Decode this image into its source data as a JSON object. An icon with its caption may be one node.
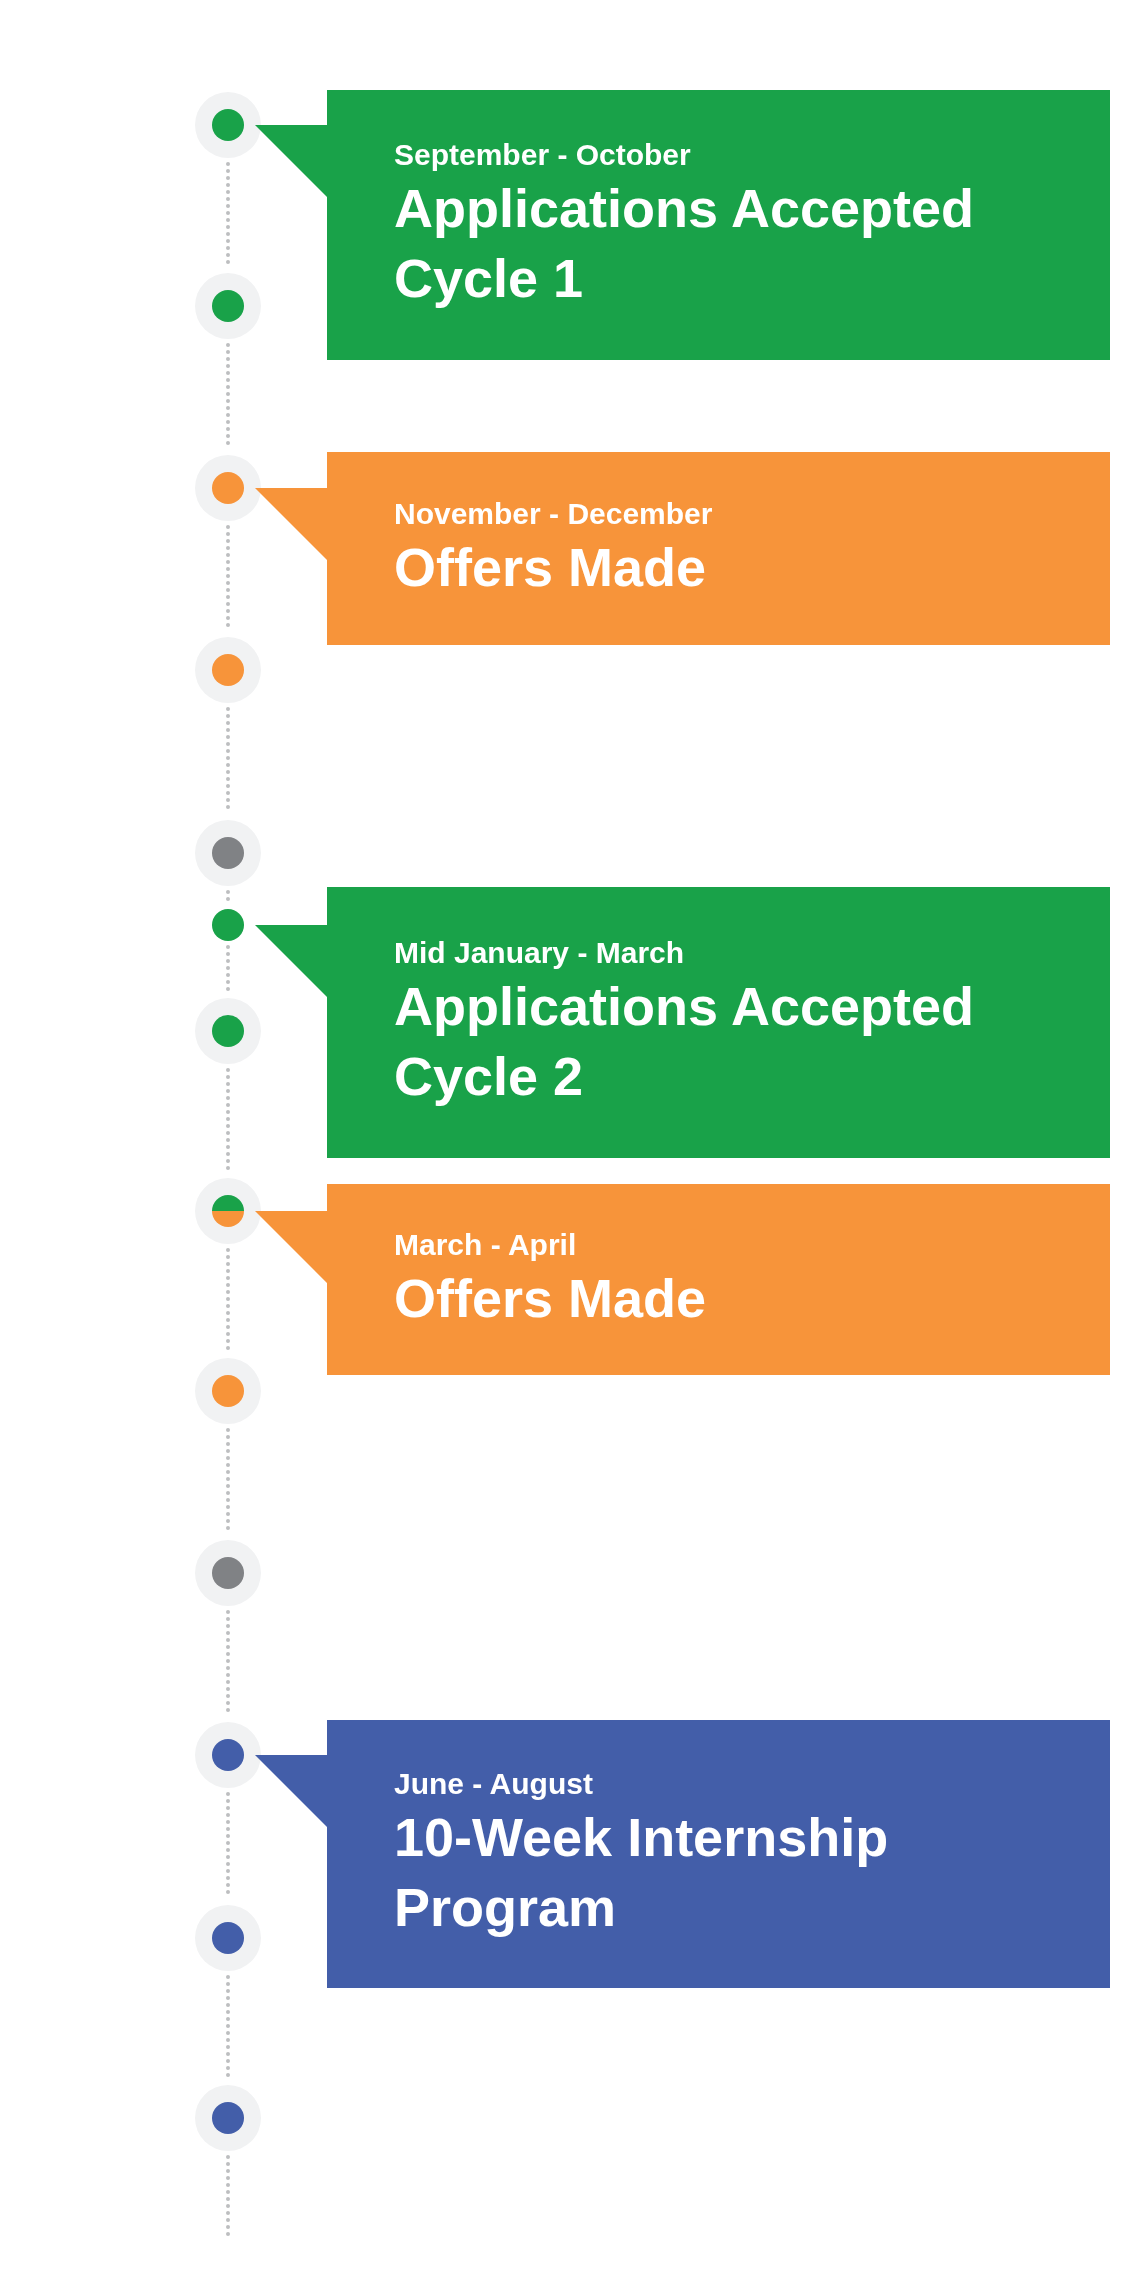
{
  "diagram": {
    "nodes": [
      {
        "text": [],
        "shape": "circle"
      },
      {
        "text": [],
        "shape": "circle"
      },
      {
        "text": [],
        "shape": "circle"
      },
      {
        "text": [],
        "shape": "circle"
      },
      {
        "text": [],
        "shape": "circle"
      },
      {
        "text": [],
        "shape": "circle"
      },
      {
        "text": [],
        "shape": "circle"
      },
      {
        "text": [],
        "shape": "circle"
      },
      {
        "text": [],
        "shape": "circle"
      },
      {
        "text": [],
        "shape": "circle"
      },
      {
        "text": [],
        "shape": "circle"
      },
      {
        "text": [],
        "shape": "circle"
      },
      {
        "text": [],
        "shape": "circle"
      },
      {
        "text": [
          "September - October",
          "Applications Accepted Cycle 1"
        ]
      },
      {
        "text": [
          "November - December",
          "Offers Made"
        ]
      },
      {
        "text": [
          "Mid January - March",
          "Applications Accepted Cycle 2"
        ]
      },
      {
        "text": [
          "March - April",
          "Offers Made"
        ]
      },
      {
        "text": [
          "June - August",
          "10-Week Internship Program"
        ]
      }
    ],
    "edges": [
      {
        "from": 0,
        "to": 1,
        "arrow": "none",
        "style": "dashed"
      },
      {
        "from": 1,
        "to": 2,
        "arrow": "none",
        "style": "dashed"
      },
      {
        "from": 2,
        "to": 3,
        "arrow": "none",
        "style": "dashed"
      },
      {
        "from": 3,
        "to": 4,
        "arrow": "none",
        "style": "dashed"
      },
      {
        "from": 4,
        "to": 5,
        "arrow": "none",
        "style": "dashed"
      },
      {
        "from": 5,
        "to": 6,
        "arrow": "none",
        "style": "dashed"
      },
      {
        "from": 6,
        "to": 7,
        "arrow": "none",
        "style": "dashed"
      },
      {
        "from": 7,
        "to": 8,
        "arrow": "none",
        "style": "dashed"
      },
      {
        "from": 8,
        "to": 9,
        "arrow": "none",
        "style": "dashed"
      },
      {
        "from": 9,
        "to": 10,
        "arrow": "none",
        "style": "dashed"
      },
      {
        "from": 10,
        "to": 11,
        "arrow": "none",
        "style": "dashed"
      },
      {
        "from": 11,
        "to": 12,
        "arrow": "none",
        "style": "dashed"
      },
      {
        "from": 12,
        "to": null,
        "arrow": "none",
        "style": "dashed"
      }
    ]
  }
}
